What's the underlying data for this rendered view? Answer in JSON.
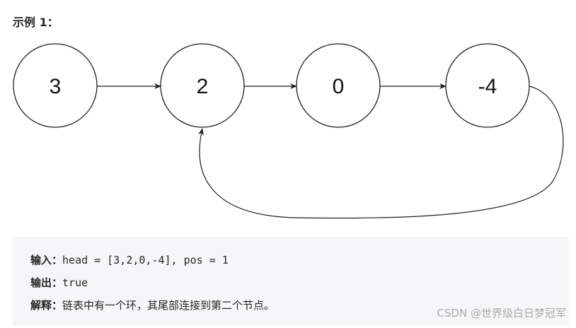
{
  "title": "示例 1：",
  "list": {
    "nodes": [
      "3",
      "2",
      "0",
      "-4"
    ],
    "cycle_to_index": 1
  },
  "example": {
    "input_label": "输入：",
    "input_value": "head = [3,2,0,-4], pos = 1",
    "output_label": "输出：",
    "output_value": "true",
    "explanation_label": "解释：",
    "explanation_value": "链表中有一个环，其尾部连接到第二个节点。"
  },
  "watermark": "CSDN @世界级白日梦冠军",
  "colors": {
    "stroke": "#1f1f1f",
    "code_background": "#f5f6f7",
    "watermark": "#aaaaaa"
  }
}
